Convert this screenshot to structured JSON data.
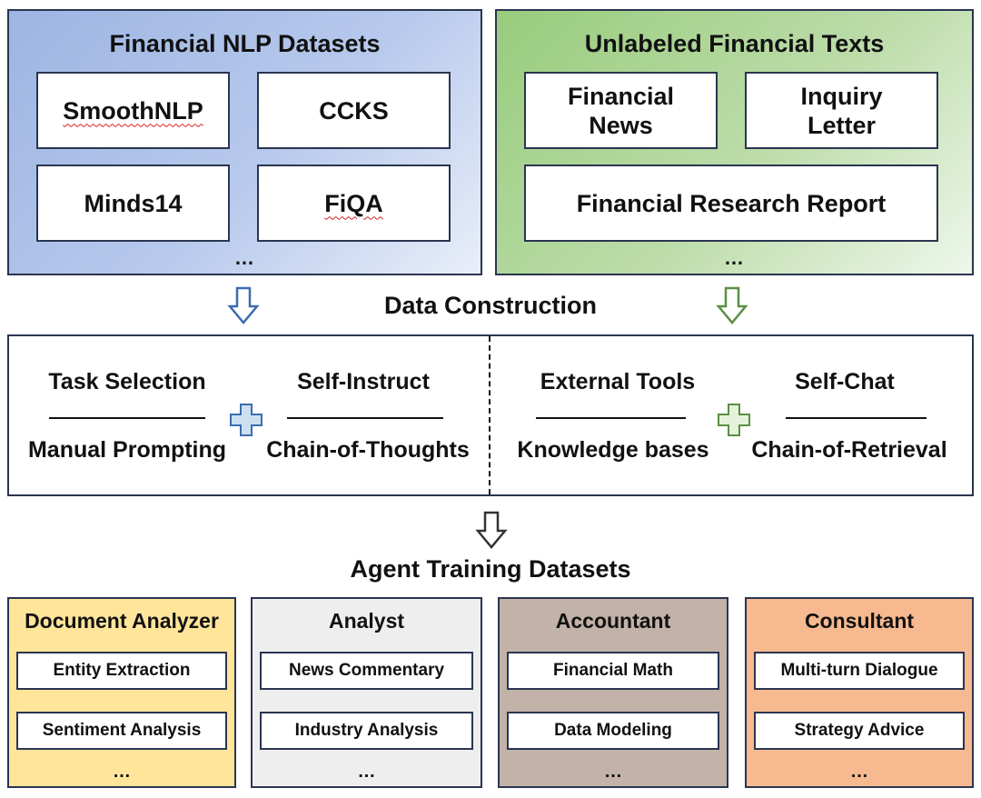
{
  "top_left": {
    "title": "Financial NLP Datasets",
    "items": [
      "SmoothNLP",
      "CCKS",
      "Minds14",
      "FiQA"
    ],
    "more": "…"
  },
  "top_right": {
    "title": "Unlabeled Financial Texts",
    "items": [
      "Financial News",
      "Inquiry Letter",
      "Financial Research Report"
    ],
    "more": "…"
  },
  "construction": {
    "title": "Data Construction",
    "left": {
      "a_top": "Task Selection",
      "a_bottom": "Manual Prompting",
      "b_top": "Self-Instruct",
      "b_bottom": "Chain-of-Thoughts"
    },
    "right": {
      "a_top": "External Tools",
      "a_bottom": "Knowledge bases",
      "b_top": "Self-Chat",
      "b_bottom": "Chain-of-Retrieval"
    }
  },
  "agents": {
    "title": "Agent Training Datasets",
    "roles": [
      {
        "name": "Document Analyzer",
        "tasks": [
          "Entity Extraction",
          "Sentiment Analysis"
        ],
        "more": "…",
        "color": "#ffe59a"
      },
      {
        "name": "Analyst",
        "tasks": [
          "News Commentary",
          "Industry Analysis"
        ],
        "more": "…",
        "color": "#eeeeee"
      },
      {
        "name": "Accountant",
        "tasks": [
          "Financial Math",
          "Data Modeling"
        ],
        "more": "…",
        "color": "#c2b2a8"
      },
      {
        "name": "Consultant",
        "tasks": [
          "Multi-turn Dialogue",
          "Strategy Advice"
        ],
        "more": "…",
        "color": "#f7b98f"
      }
    ]
  },
  "icons": {
    "arrow": "down-arrow-icon",
    "plus": "plus-icon",
    "arrow_blue": "#3d6cae",
    "arrow_green": "#5a8f45",
    "arrow_gray": "#333333",
    "plus_blue_fill": "#cde0f2",
    "plus_green_fill": "#e6f1dc"
  }
}
